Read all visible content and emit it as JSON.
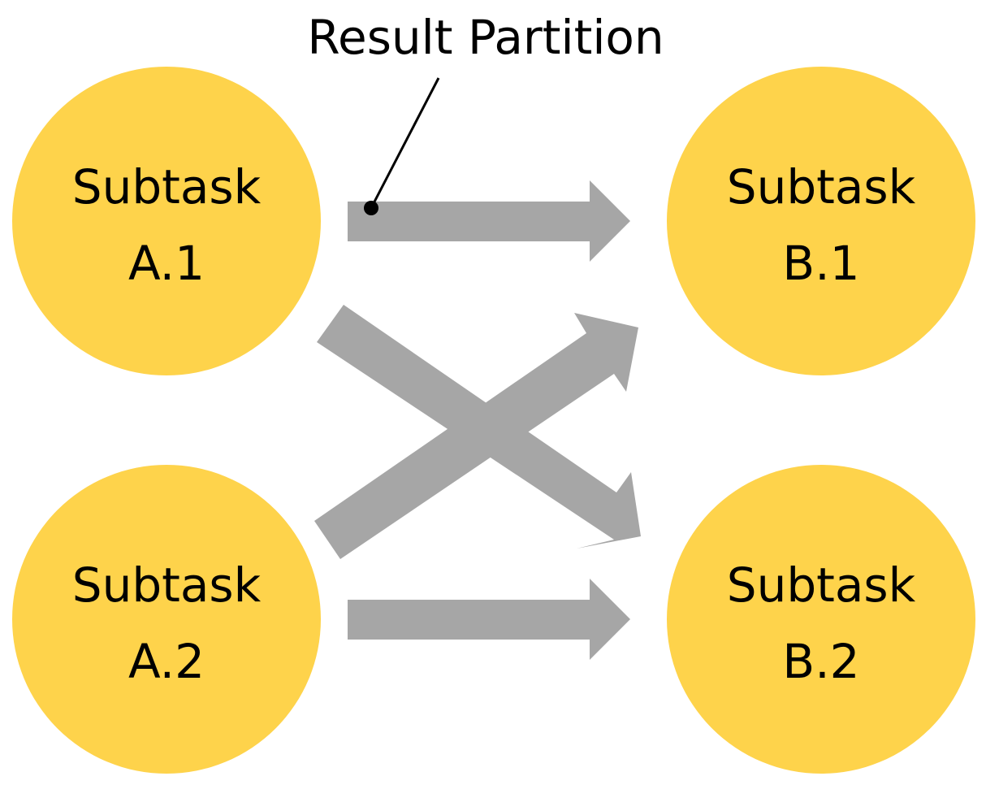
{
  "callout": {
    "label": "Result Partition"
  },
  "nodes": {
    "a1": {
      "line1": "Subtask",
      "line2": "A.1"
    },
    "a2": {
      "line1": "Subtask",
      "line2": "A.2"
    },
    "b1": {
      "line1": "Subtask",
      "line2": "B.1"
    },
    "b2": {
      "line1": "Subtask",
      "line2": "B.2"
    }
  },
  "edges": [
    {
      "from": "A.1",
      "to": "B.1"
    },
    {
      "from": "A.1",
      "to": "B.2"
    },
    {
      "from": "A.2",
      "to": "B.1"
    },
    {
      "from": "A.2",
      "to": "B.2"
    }
  ],
  "colors": {
    "node_fill": "#FED34B",
    "arrow_fill": "#A6A6A6",
    "text": "#000000"
  }
}
